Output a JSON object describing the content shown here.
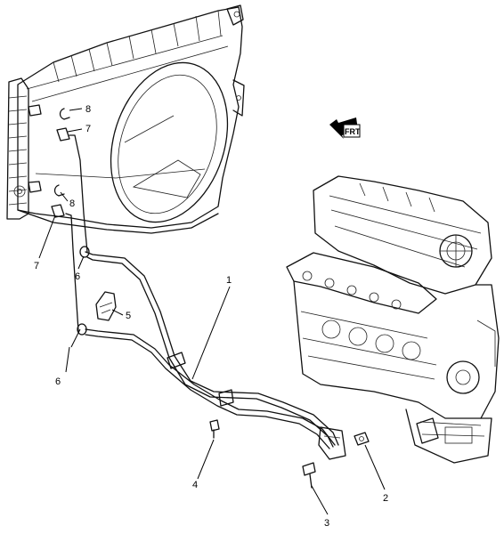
{
  "callouts": {
    "c1": "1",
    "c2": "2",
    "c3": "3",
    "c4": "4",
    "c5": "5",
    "c6a": "6",
    "c6b": "6",
    "c7a": "7",
    "c7b": "7",
    "c8a": "8",
    "c8b": "8"
  },
  "direction_label": "FRT",
  "colors": {
    "line": "#111111",
    "background": "#ffffff"
  }
}
